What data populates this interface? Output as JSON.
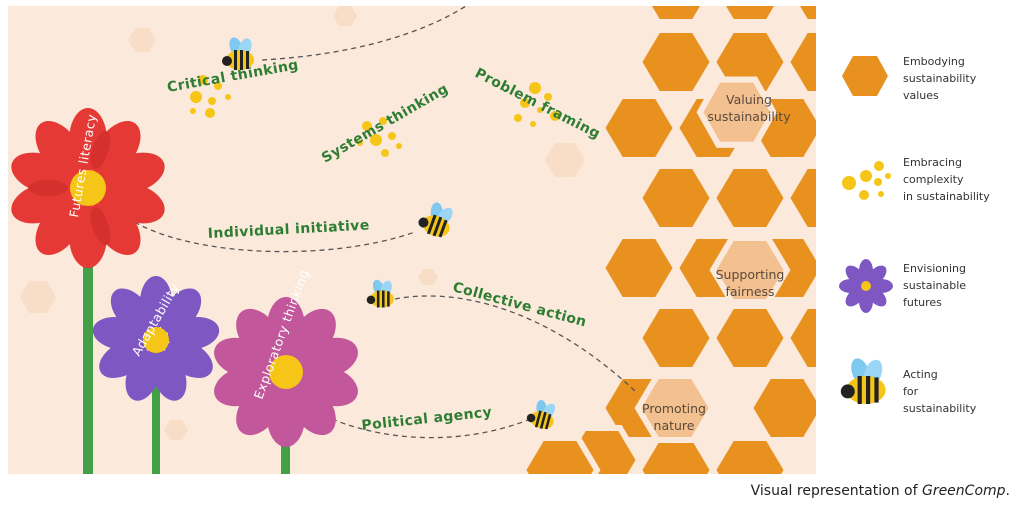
{
  "competences": {
    "critical_thinking": "Critical thinking",
    "problem_framing": "Problem framing",
    "systems_thinking": "Systems thinking",
    "individual_initiative": "Individual initiative",
    "collective_action": "Collective action",
    "political_agency": "Political agency"
  },
  "flowers": {
    "futures_literacy": "Futures literacy",
    "adaptability": "Adaptability",
    "exploratory_thinking": "Exploratory thinking"
  },
  "hexagons": {
    "valuing_l1": "Valuing",
    "valuing_l2": "sustainability",
    "supporting_l1": "Supporting",
    "supporting_l2": "fairness",
    "promoting_l1": "Promoting",
    "promoting_l2": "nature"
  },
  "legend": [
    {
      "icon": "honeycomb-icon",
      "lines": [
        "Embodying",
        "sustainability",
        "values"
      ]
    },
    {
      "icon": "pollen-dots-icon",
      "lines": [
        "Embracing",
        "complexity",
        "in sustainability"
      ]
    },
    {
      "icon": "purple-flower-icon",
      "lines": [
        "Envisioning",
        "sustainable",
        "futures"
      ]
    },
    {
      "icon": "bee-icon",
      "lines": [
        "Acting",
        "for",
        "sustainability"
      ]
    }
  ],
  "caption": {
    "prefix": "Visual representation of ",
    "emphasis": "GreenComp",
    "suffix": "."
  },
  "colors": {
    "background": "#fbe9dc",
    "honey": "#e8911f",
    "honey_light": "#f3c08f",
    "label_green": "#2e7d32",
    "red_flower": "#e53935",
    "purple_flower": "#7e57c2",
    "pink_flower": "#c2579b"
  }
}
